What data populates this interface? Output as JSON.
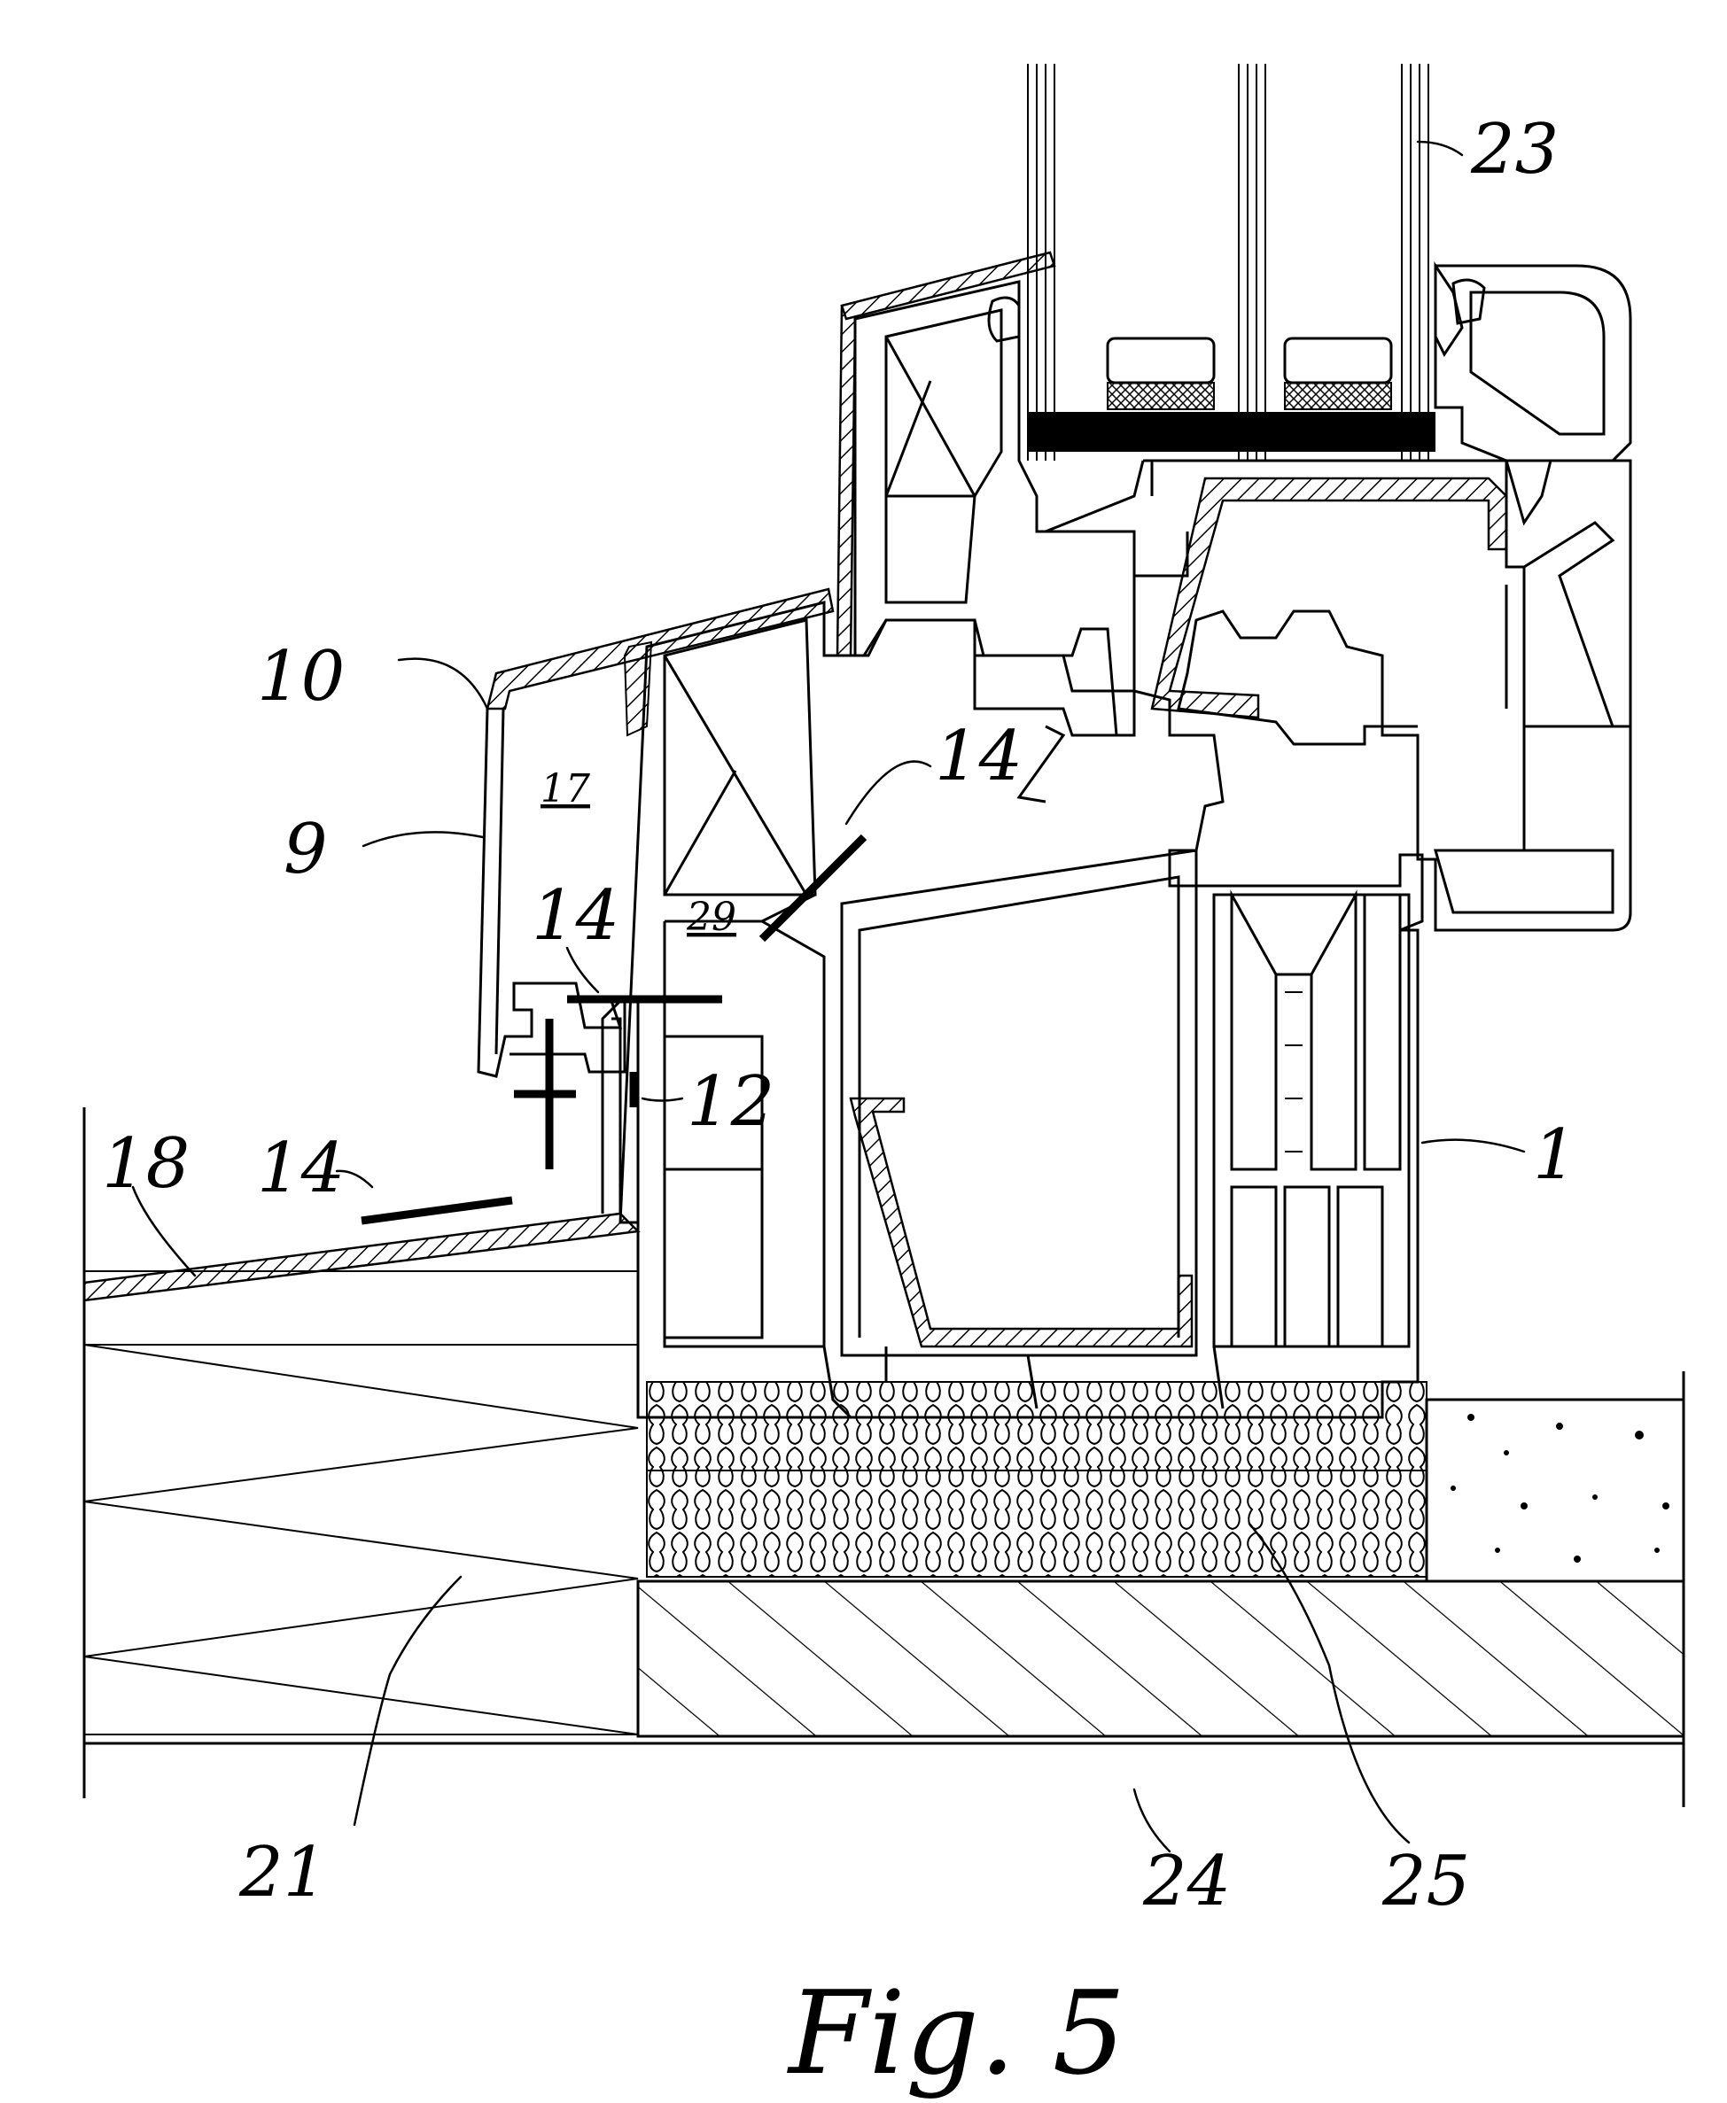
{
  "figure": {
    "caption": "Fig. 5",
    "labels": {
      "l1": "1",
      "l9": "9",
      "l10": "10",
      "l12": "12",
      "l14a": "14",
      "l14b": "14",
      "l14c": "14",
      "l17": "17",
      "l18": "18",
      "l21": "21",
      "l23": "23",
      "l24": "24",
      "l25": "25",
      "l29": "29"
    }
  }
}
